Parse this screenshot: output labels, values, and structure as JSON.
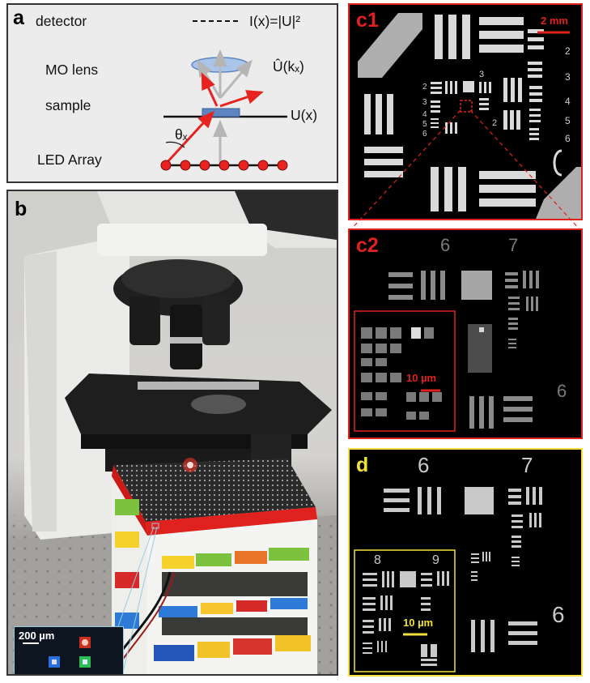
{
  "panel_a": {
    "label": "a",
    "detector": "detector",
    "mo_lens": "MO lens",
    "sample": "sample",
    "led_array": "LED Array",
    "eq_intensity": "I(x)=|U|²",
    "eq_spectrum": "Û(kₓ)",
    "eq_field": "U(x)",
    "angle": "θₓ"
  },
  "panel_b": {
    "label": "b",
    "inset_scale": "200 µm"
  },
  "panel_c1": {
    "label": "c1",
    "scale": "2 mm",
    "group_numbers_right": [
      "2",
      "3",
      "4",
      "5",
      "6"
    ],
    "group_numbers_center": [
      "2",
      "3",
      "4",
      "5",
      "6",
      "3",
      "2"
    ]
  },
  "panel_c2": {
    "label": "c2",
    "group_6": "6",
    "group_7": "7",
    "scale": "10 µm",
    "side_number": "6"
  },
  "panel_d": {
    "label": "d",
    "group_6": "6",
    "group_7": "7",
    "group_8": "8",
    "group_9": "9",
    "scale": "10 µm",
    "side_number": "6"
  },
  "colors": {
    "red_accent": "#e0221e",
    "yellow_accent": "#f2e13a",
    "led_red": "#e8221e"
  }
}
